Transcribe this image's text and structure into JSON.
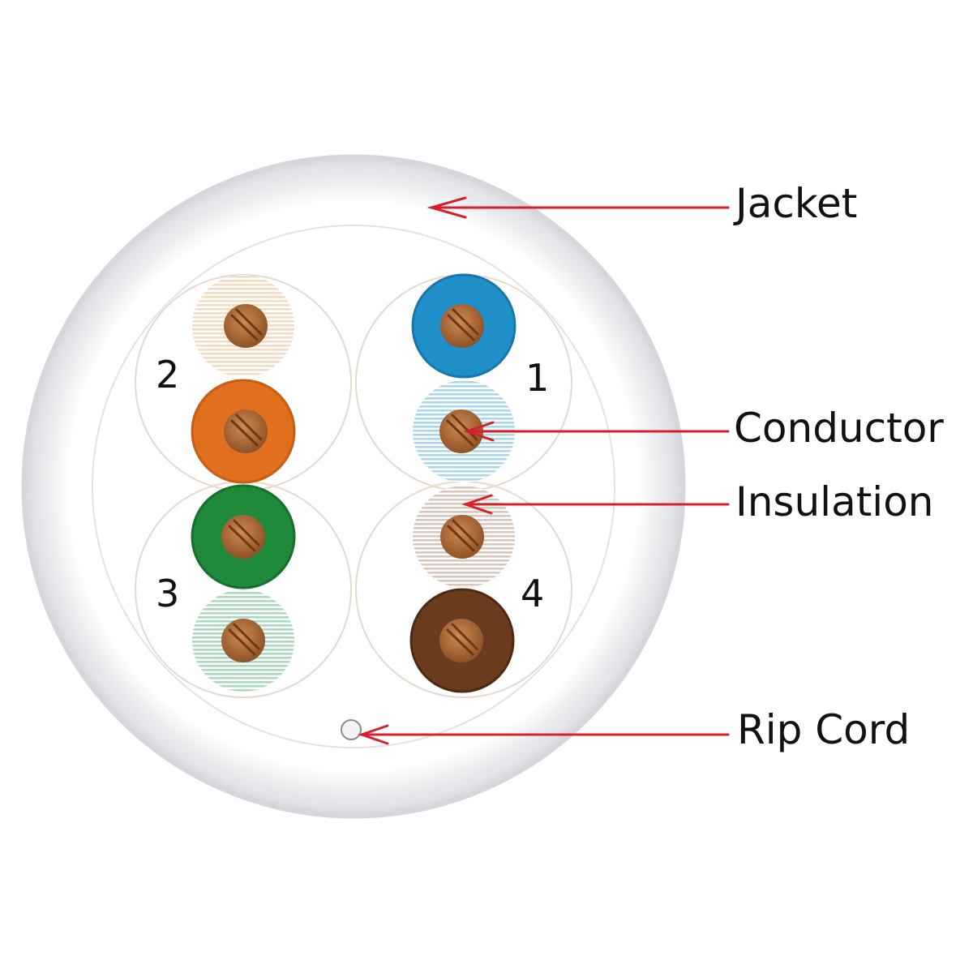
{
  "labels": {
    "jacket": "Jacket",
    "conductor": "Conductor",
    "insulation": "Insulation",
    "rip_cord": "Rip Cord"
  },
  "pairs": [
    {
      "number": "1",
      "solid_color": "#1e8fc8",
      "stripe_color": "#a9d8ee"
    },
    {
      "number": "2",
      "solid_color": "#e0701e",
      "stripe_color": "#f3dcc2"
    },
    {
      "number": "3",
      "solid_color": "#1f8a3a",
      "stripe_color": "#a9d9bf"
    },
    {
      "number": "4",
      "solid_color": "#6b3b1e",
      "stripe_color": "#d8c7bd"
    }
  ],
  "colors": {
    "jacket": "#f2f2f4",
    "jacket_edge": "#d9d9de",
    "pair_outline": "#e6d9cc",
    "conductor": "#b06a38",
    "conductor_dark": "#7a4420",
    "pointer": "#d6202a"
  }
}
